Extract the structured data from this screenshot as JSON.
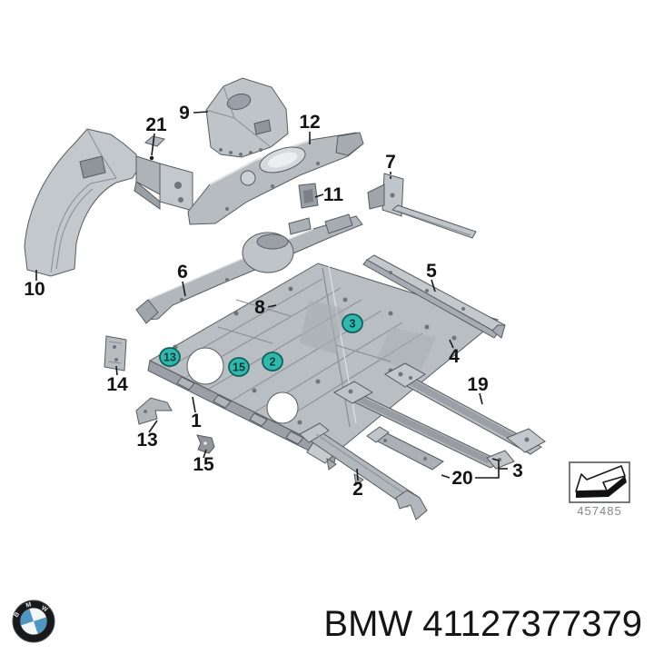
{
  "colors": {
    "marker_fill": "#2fb9ae",
    "marker_stroke": "#0f6059",
    "marker_text": "#063a36",
    "leader_line": "#1a1a1a",
    "part_light": "#c3c8cc",
    "part_mid": "#b2b7bc",
    "part_dark": "#8f959a",
    "logo_blue": "#4d97c2",
    "background": "#ffffff"
  },
  "diagram": {
    "labels": [
      {
        "id": "21",
        "text": "21"
      },
      {
        "id": "9",
        "text": "9"
      },
      {
        "id": "12",
        "text": "12"
      },
      {
        "id": "7",
        "text": "7"
      },
      {
        "id": "11",
        "text": "11"
      },
      {
        "id": "10",
        "text": "10"
      },
      {
        "id": "6",
        "text": "6"
      },
      {
        "id": "8",
        "text": "8"
      },
      {
        "id": "5",
        "text": "5"
      },
      {
        "id": "4",
        "text": "4"
      },
      {
        "id": "14",
        "text": "14"
      },
      {
        "id": "13",
        "text": "13"
      },
      {
        "id": "1",
        "text": "1"
      },
      {
        "id": "15",
        "text": "15"
      },
      {
        "id": "19",
        "text": "19"
      },
      {
        "id": "2",
        "text": "2"
      },
      {
        "id": "20",
        "text": "20"
      },
      {
        "id": "3",
        "text": "3"
      }
    ],
    "markers": [
      {
        "text": "13"
      },
      {
        "text": "15"
      },
      {
        "text": "2"
      },
      {
        "text": "3"
      }
    ],
    "thumbnail_code": "457485"
  },
  "footer": {
    "logo_letters": [
      "B",
      "M",
      "W"
    ],
    "part_text": "BMW 41127377379"
  }
}
